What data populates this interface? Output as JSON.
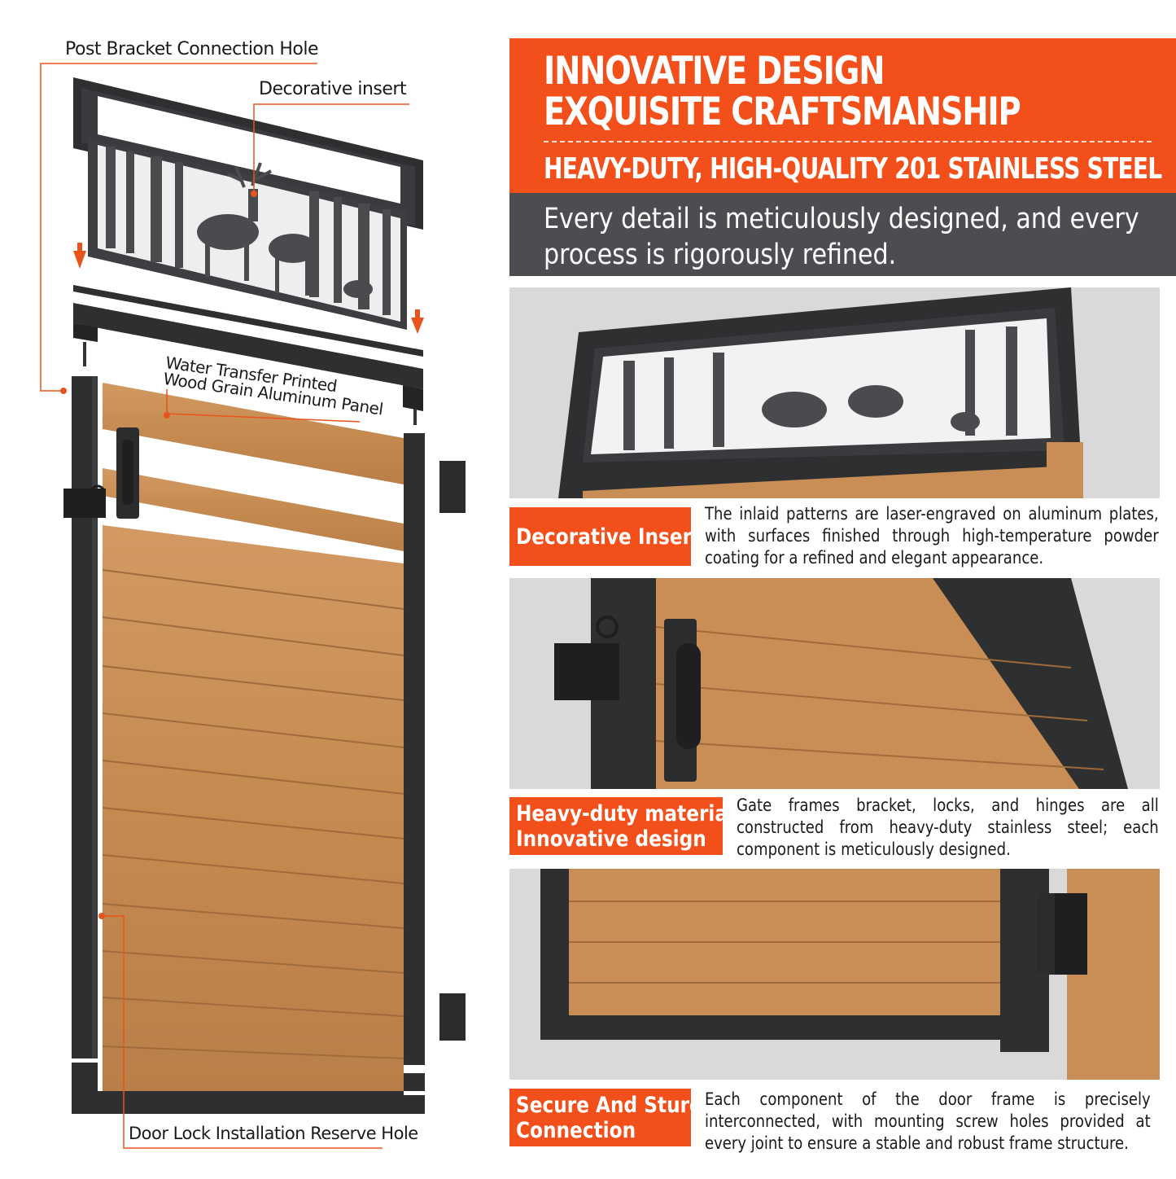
{
  "diagram": {
    "callouts": {
      "post_bracket": "Post Bracket Connection Hole",
      "decorative_insert": "Decorative insert",
      "panel_line1": "Water Transfer Printed",
      "panel_line2": "Wood Grain Aluminum Panel",
      "door_lock": "Door Lock Installation Reserve Hole"
    }
  },
  "hero": {
    "title_line1": "INNOVATIVE DESIGN",
    "title_line2": "EXQUISITE CRAFTSMANSHIP",
    "subtitle": "HEAVY-DUTY, HIGH-QUALITY 201 STAINLESS STEEL"
  },
  "tagline": {
    "line1": "Every detail is meticulously designed, and every",
    "line2": "process is rigorously refined."
  },
  "features": [
    {
      "title_lines": [
        "Decorative Insert"
      ],
      "description": "The inlaid patterns are laser-engraved on aluminum plates, with surfaces finished through high-temperature powder coating for a refined and elegant appearance."
    },
    {
      "title_lines": [
        "Heavy-duty materials",
        "Innovative design"
      ],
      "description": "Gate frames bracket, locks, and hinges are all constructed from heavy-duty stainless steel; each component is meticulously designed."
    },
    {
      "title_lines": [
        "Secure And Sturdy",
        "Connection"
      ],
      "description": "Each component of the door frame is precisely interconnected, with mounting screw holes provided at every joint to ensure a stable and robust frame structure."
    }
  ],
  "colors": {
    "accent": "#f34f1b",
    "dark_band": "#4b4d51",
    "frame": "#2e2f31",
    "wood": "#c98e55"
  }
}
